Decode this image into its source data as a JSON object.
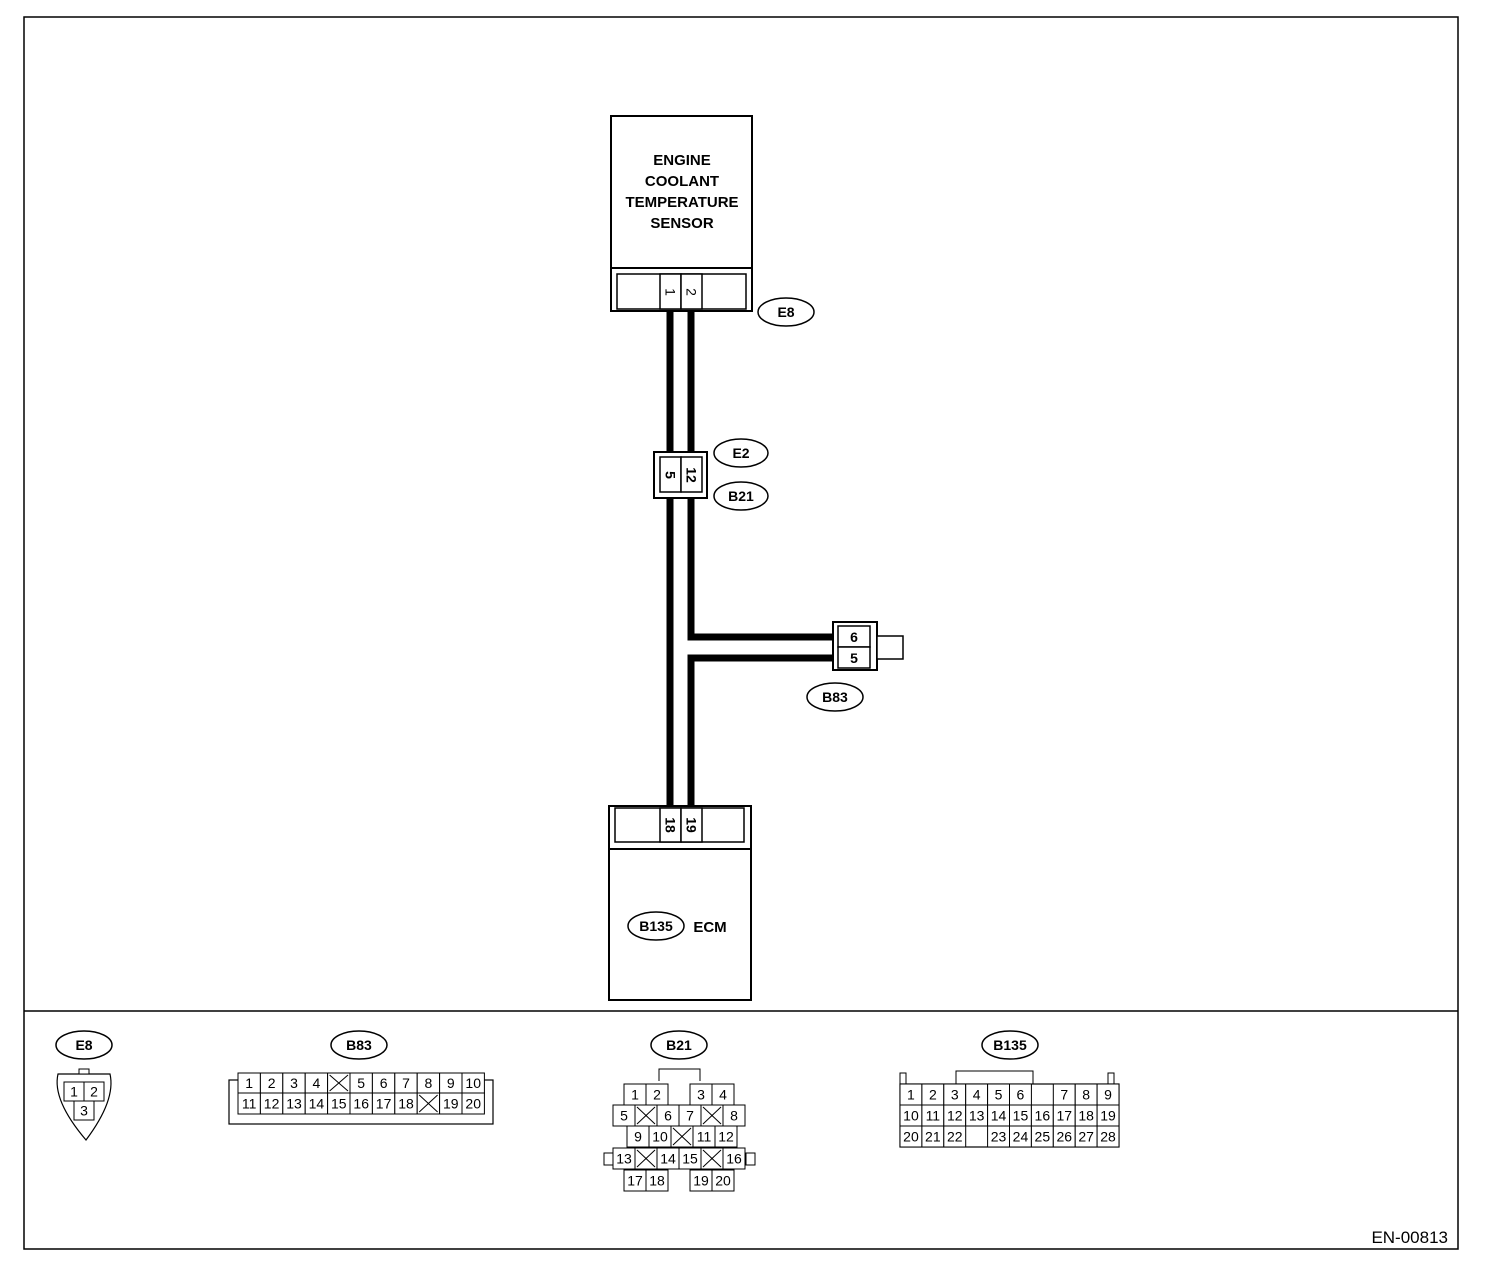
{
  "sensor": {
    "lines": [
      "ENGINE",
      "COOLANT",
      "TEMPERATURE",
      "SENSOR"
    ],
    "connector": "E8",
    "pins": [
      "1",
      "2"
    ]
  },
  "joint": {
    "connectors": [
      "E2",
      "B21"
    ],
    "pins": [
      "5",
      "12"
    ]
  },
  "branch": {
    "connector": "B83",
    "pins": [
      "6",
      "5"
    ]
  },
  "ecm": {
    "connector": "B135",
    "label": "ECM",
    "pins": [
      "18",
      "19"
    ]
  },
  "connector_views": {
    "e8": {
      "label": "E8",
      "rows": [
        [
          "1",
          "2"
        ],
        [
          "3"
        ]
      ]
    },
    "b83": {
      "label": "B83",
      "row1": [
        "1",
        "2",
        "3",
        "4",
        "",
        "5",
        "6",
        "7",
        "8",
        "9",
        "10"
      ],
      "row2": [
        "11",
        "12",
        "13",
        "14",
        "15",
        "16",
        "17",
        "18",
        "",
        "19",
        "20"
      ]
    },
    "b21": {
      "label": "B21",
      "row1": [
        "1",
        "2",
        "3",
        "4"
      ],
      "row2": [
        "5",
        "",
        "6",
        "7",
        "",
        "8"
      ],
      "row3": [
        "9",
        "10",
        "",
        "11",
        "12"
      ],
      "row4": [
        "13",
        "",
        "14",
        "15",
        "",
        "16"
      ],
      "row5": [
        "17",
        "18",
        "19",
        "20"
      ]
    },
    "b135": {
      "label": "B135",
      "row1": [
        "1",
        "2",
        "3",
        "4",
        "5",
        "6",
        "7",
        "8",
        "9"
      ],
      "row2": [
        "10",
        "11",
        "12",
        "13",
        "14",
        "15",
        "16",
        "17",
        "18",
        "19"
      ],
      "row3": [
        "20",
        "21",
        "22",
        "23",
        "24",
        "25",
        "26",
        "27",
        "28"
      ]
    }
  },
  "figure_code": "EN-00813"
}
